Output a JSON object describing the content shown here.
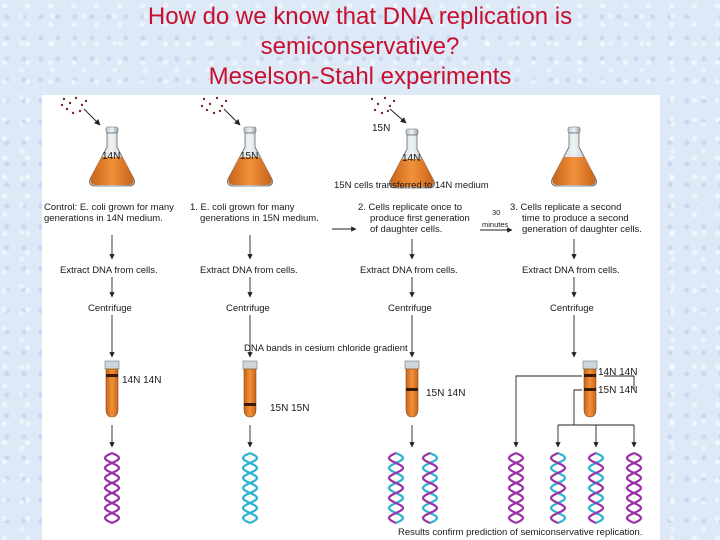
{
  "title": {
    "line1": "How do we know that DNA replication is",
    "line2": "semiconservative?",
    "line3": "Meselson-Stahl experiments"
  },
  "flasks": {
    "flask1_label": "14N",
    "flask2_label": "15N",
    "flask3_top_label": "15N",
    "flask3_label": "14N"
  },
  "steps": {
    "transfer": "15N cells transferred to 14N medium",
    "control_line1": "Control: E. coli grown for many",
    "control_line2": "generations in 14N medium.",
    "step1_line1": "1. E. coli grown for many",
    "step1_line2": "generations in 15N medium.",
    "step2_line1": "2. Cells replicate once to",
    "step2_line2": "produce first generation",
    "step2_line3": "of daughter cells.",
    "minutes_value": "30",
    "minutes_unit": "minutes",
    "step3_line1": "3. Cells replicate a second",
    "step3_line2": "time to produce a second",
    "step3_line3": "generation of daughter cells."
  },
  "columns": {
    "extract": "Extract DNA from cells.",
    "centrifuge": "Centrifuge"
  },
  "bands": {
    "gradient_label": "DNA bands in cesium chloride gradient",
    "tube1_label": "14N 14N",
    "tube2_label": "15N 15N",
    "tube3_label": "15N 14N",
    "tube4_upper_label": "14N 14N",
    "tube4_lower_label": "15N 14N"
  },
  "footer": {
    "results": "Results confirm prediction of semiconservative replication."
  },
  "colors": {
    "title": "#c8102e",
    "medium": "#e8852a",
    "strand_n14": "#9b2fa8",
    "strand_n15": "#2ab3cf",
    "arrow": "#222222"
  }
}
